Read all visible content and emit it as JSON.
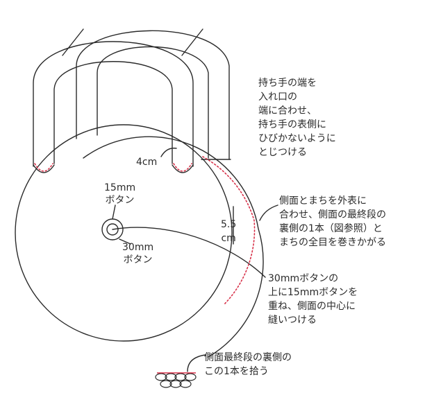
{
  "labels": {
    "handle_note": [
      "持ち手の端を",
      "入れ口の",
      "端に合わせ、",
      "持ち手の表側に",
      "ひびかないように",
      "とじつける"
    ],
    "side_note": [
      "側面とまちを外表に",
      "合わせ、側面の最終段の",
      "裏側の1本（図参照）と",
      "まちの全目を巻きかがる"
    ],
    "button_note": [
      "30mmボタンの",
      "上に15mmボタンを",
      "重ね、側面の中心に",
      "縫いつける"
    ],
    "stitch_note": [
      "側面最終段の裏側の",
      "この1本を拾う"
    ],
    "dim_handle": "4cm",
    "dim_gusset": [
      "5.5",
      "cm"
    ],
    "small_button": [
      "15mm",
      "ボタン"
    ],
    "large_button": [
      "30mm",
      "ボタン"
    ]
  },
  "colors": {
    "line": "#2a2a2a",
    "stitch": "#d8324a"
  }
}
